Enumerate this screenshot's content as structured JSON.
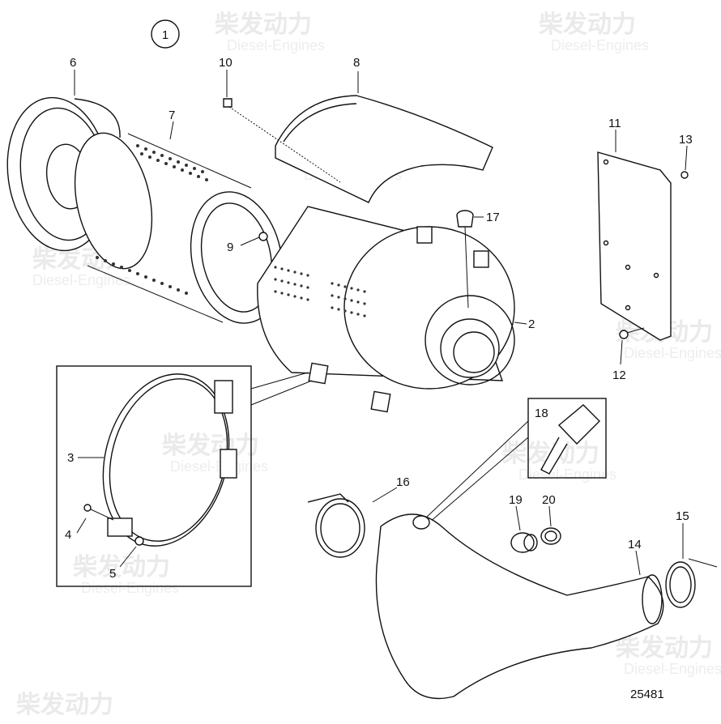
{
  "diagram": {
    "figure_number": "25481",
    "group_marker": "1",
    "watermark": {
      "cn": "柴发动力",
      "en": "Diesel-Engines"
    },
    "callouts": [
      {
        "id": "c1",
        "label": "1"
      },
      {
        "id": "c2",
        "label": "2"
      },
      {
        "id": "c3",
        "label": "3"
      },
      {
        "id": "c4",
        "label": "4"
      },
      {
        "id": "c5",
        "label": "5"
      },
      {
        "id": "c6",
        "label": "6"
      },
      {
        "id": "c7",
        "label": "7"
      },
      {
        "id": "c8",
        "label": "8"
      },
      {
        "id": "c9",
        "label": "9"
      },
      {
        "id": "c10",
        "label": "10"
      },
      {
        "id": "c11",
        "label": "11"
      },
      {
        "id": "c12",
        "label": "12"
      },
      {
        "id": "c13",
        "label": "13"
      },
      {
        "id": "c14",
        "label": "14"
      },
      {
        "id": "c15",
        "label": "15"
      },
      {
        "id": "c16",
        "label": "16"
      },
      {
        "id": "c17",
        "label": "17"
      },
      {
        "id": "c18",
        "label": "18"
      },
      {
        "id": "c19",
        "label": "19"
      },
      {
        "id": "c20",
        "label": "20"
      }
    ]
  }
}
